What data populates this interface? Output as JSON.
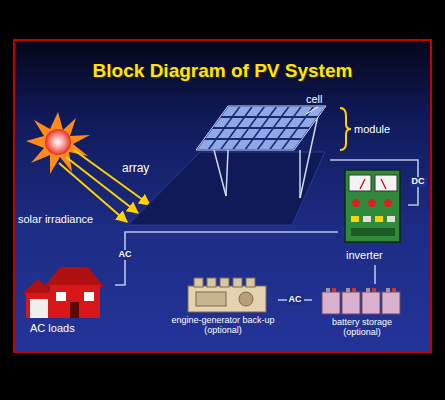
{
  "diagram": {
    "title": "Block Diagram of PV System",
    "nodes": [
      {
        "text": [
          "array"
        ]
      },
      {
        "text": [
          "inverter"
        ]
      },
      {
        "text": [
          "AC loads"
        ]
      },
      {
        "text": [
          "engine-generator back-up (optional)"
        ]
      },
      {
        "text": [
          "battery storage (optional)"
        ]
      }
    ],
    "edges": [
      {
        "from": 0,
        "to": 1,
        "label": "DC",
        "arrow": "none"
      },
      {
        "from": 1,
        "to": 2,
        "label": "AC",
        "arrow": "none"
      },
      {
        "from": 3,
        "to": 4,
        "label": "AC",
        "arrow": "none"
      },
      {
        "from": 1,
        "to": 4,
        "arrow": "none"
      }
    ],
    "labels": [
      "cell",
      "module",
      "solar irradiance"
    ]
  }
}
